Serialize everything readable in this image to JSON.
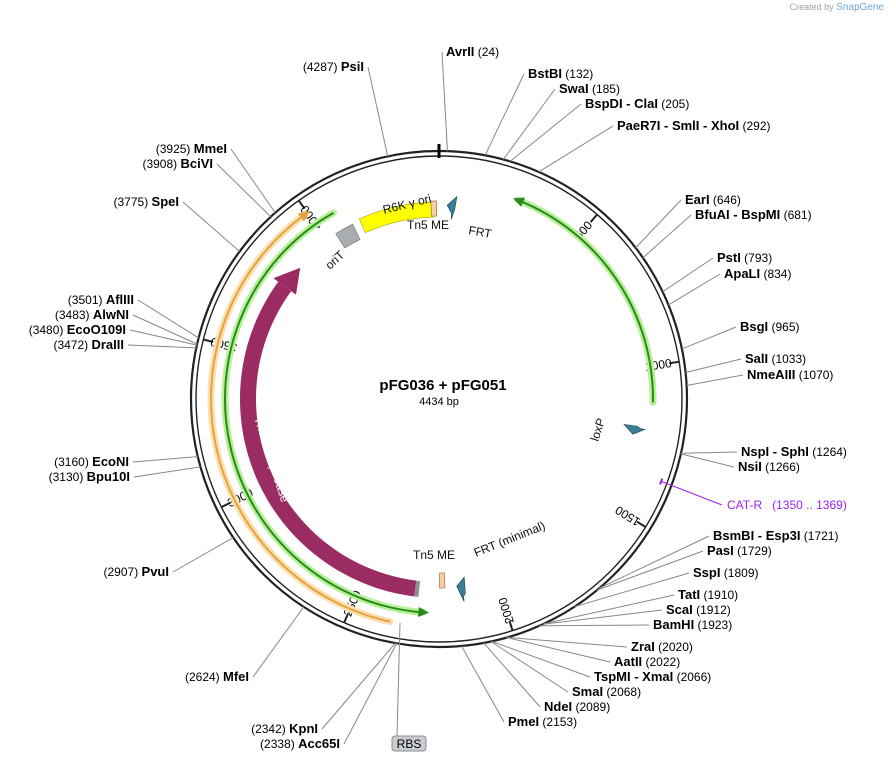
{
  "watermark": {
    "created_by": "Created by",
    "brand": "SnapGene"
  },
  "plasmid": {
    "name": "pFG036 + pFG051",
    "length_label": "4434 bp",
    "length": 4434
  },
  "ticks": [
    "500",
    "1000",
    "1500",
    "2000",
    "2500",
    "3000",
    "3500",
    "4000"
  ],
  "sites": [
    {
      "pos": "(24)",
      "names": [
        "AvrII"
      ]
    },
    {
      "pos": "(132)",
      "names": [
        "BstBI"
      ]
    },
    {
      "pos": "(185)",
      "names": [
        "SwaI"
      ]
    },
    {
      "pos": "(205)",
      "names": [
        "BspDI",
        "ClaI"
      ]
    },
    {
      "pos": "(292)",
      "names": [
        "PaeR7I",
        "SmlI",
        "XhoI"
      ]
    },
    {
      "pos": "(646)",
      "names": [
        "EarI"
      ]
    },
    {
      "pos": "(681)",
      "names": [
        "BfuAI",
        "BspMI"
      ]
    },
    {
      "pos": "(793)",
      "names": [
        "PstI"
      ]
    },
    {
      "pos": "(834)",
      "names": [
        "ApaLI"
      ]
    },
    {
      "pos": "(965)",
      "names": [
        "BsgI"
      ]
    },
    {
      "pos": "(1033)",
      "names": [
        "SalI"
      ]
    },
    {
      "pos": "(1070)",
      "names": [
        "NmeAIII"
      ]
    },
    {
      "pos": "(1264)",
      "names": [
        "NspI",
        "SphI"
      ]
    },
    {
      "pos": "(1266)",
      "names": [
        "NsiI"
      ]
    },
    {
      "pos": "(1721)",
      "names": [
        "BsmBI",
        "Esp3I"
      ]
    },
    {
      "pos": "(1729)",
      "names": [
        "PasI"
      ]
    },
    {
      "pos": "(1809)",
      "names": [
        "SspI"
      ]
    },
    {
      "pos": "(1910)",
      "names": [
        "TatI"
      ]
    },
    {
      "pos": "(1912)",
      "names": [
        "ScaI"
      ]
    },
    {
      "pos": "(1923)",
      "names": [
        "BamHI"
      ]
    },
    {
      "pos": "(2020)",
      "names": [
        "ZraI"
      ]
    },
    {
      "pos": "(2022)",
      "names": [
        "AatII"
      ]
    },
    {
      "pos": "(2066)",
      "names": [
        "TspMI",
        "XmaI"
      ]
    },
    {
      "pos": "(2068)",
      "names": [
        "SmaI"
      ]
    },
    {
      "pos": "(2089)",
      "names": [
        "NdeI"
      ]
    },
    {
      "pos": "(2153)",
      "names": [
        "PmeI"
      ]
    },
    {
      "pos": "(2342)",
      "names": [
        "KpnI"
      ]
    },
    {
      "pos": "(2338)",
      "names": [
        "Acc65I"
      ]
    },
    {
      "pos": "(2624)",
      "names": [
        "MfeI"
      ]
    },
    {
      "pos": "(2907)",
      "names": [
        "PvuI"
      ]
    },
    {
      "pos": "(3130)",
      "names": [
        "Bpu10I"
      ]
    },
    {
      "pos": "(3160)",
      "names": [
        "EcoNI"
      ]
    },
    {
      "pos": "(3472)",
      "names": [
        "DraIII"
      ]
    },
    {
      "pos": "(3480)",
      "names": [
        "EcoO109I"
      ]
    },
    {
      "pos": "(3483)",
      "names": [
        "AlwNI"
      ]
    },
    {
      "pos": "(3501)",
      "names": [
        "AflIII"
      ]
    },
    {
      "pos": "(3775)",
      "names": [
        "SpeI"
      ]
    },
    {
      "pos": "(3908)",
      "names": [
        "BciVI"
      ]
    },
    {
      "pos": "(3925)",
      "names": [
        "MmeI"
      ]
    },
    {
      "pos": "(4287)",
      "names": [
        "PsiI"
      ]
    }
  ],
  "features": {
    "r6k": "R6K γ ori",
    "orit": "oriT",
    "tn5me_top": "Tn5 ME",
    "frt_top": "FRT",
    "loxp": "loxP",
    "tn5me_bottom": "Tn5 ME",
    "frt_min": "FRT (minimal)",
    "tn5_transposase": "Tn5 transposase",
    "rbs": "RBS",
    "cat_r": {
      "name": "CAT-R",
      "range": "(1350 .. 1369)",
      "color": "#a020f0"
    }
  },
  "colors": {
    "green_line": "#2a8a1a",
    "green_glow": "#b8f09a",
    "orange": "#e8a23c",
    "transposase": "#9b2c63",
    "frt": "#3a7f96",
    "r6k": "#ffff00",
    "orit": "#a9adb1",
    "tn5me": "#f5cfa8"
  }
}
